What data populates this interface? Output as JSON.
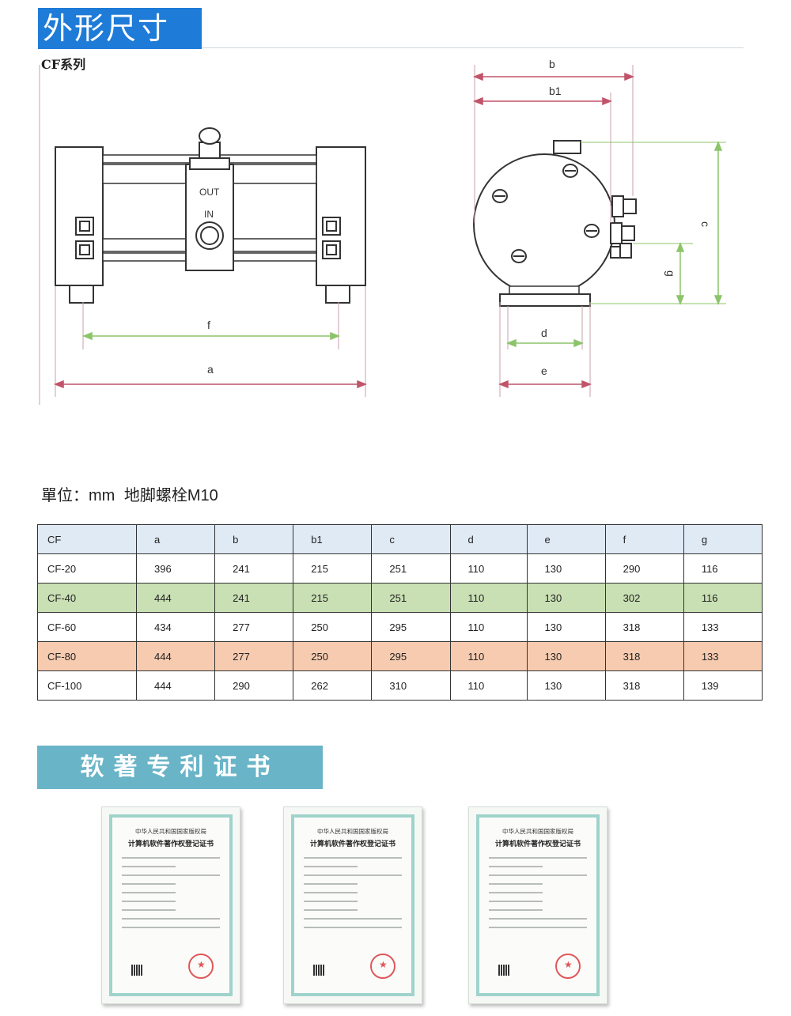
{
  "header": {
    "title": "外形尺寸",
    "series": "CF系列"
  },
  "diagram": {
    "front_labels": {
      "out": "OUT",
      "in": "IN",
      "f": "f",
      "a": "a"
    },
    "side_labels": {
      "b": "b",
      "b1": "b1",
      "c": "c",
      "g": "g",
      "d": "d",
      "e": "e"
    }
  },
  "units": {
    "unit_text": "單位：mm",
    "bolt_text": "地脚螺栓M10"
  },
  "table": {
    "headers": [
      "CF",
      "a",
      "b",
      "b1",
      "c",
      "d",
      "e",
      "f",
      "g"
    ],
    "rows": [
      [
        "CF-20",
        "396",
        "241",
        "215",
        "251",
        "110",
        "130",
        "290",
        "116"
      ],
      [
        "CF-40",
        "444",
        "241",
        "215",
        "251",
        "110",
        "130",
        "302",
        "116"
      ],
      [
        "CF-60",
        "434",
        "277",
        "250",
        "295",
        "110",
        "130",
        "318",
        "133"
      ],
      [
        "CF-80",
        "444",
        "277",
        "250",
        "295",
        "110",
        "130",
        "318",
        "133"
      ],
      [
        "CF-100",
        "444",
        "290",
        "262",
        "310",
        "110",
        "130",
        "318",
        "139"
      ]
    ],
    "row_highlights": [
      "none",
      "green",
      "none",
      "orange",
      "none"
    ],
    "colors": {
      "header": "#dfeaf5",
      "green": "#c9e0b4",
      "orange": "#f7cbb0"
    }
  },
  "certificates": {
    "banner": "软著专利证书",
    "items": [
      {
        "issuer": "中华人民共和国国家版权局",
        "title": "计算机软件著作权登记证书"
      },
      {
        "issuer": "中华人民共和国国家版权局",
        "title": "计算机软件著作权登记证书"
      },
      {
        "issuer": "中华人民共和国国家版权局",
        "title": "计算机软件著作权登记证书"
      }
    ]
  },
  "colors": {
    "title_banner": "#1e7bd8",
    "cert_banner": "#6ab4c8",
    "dimension_line": "#c0546a",
    "dimension_green": "#8cc46a"
  }
}
